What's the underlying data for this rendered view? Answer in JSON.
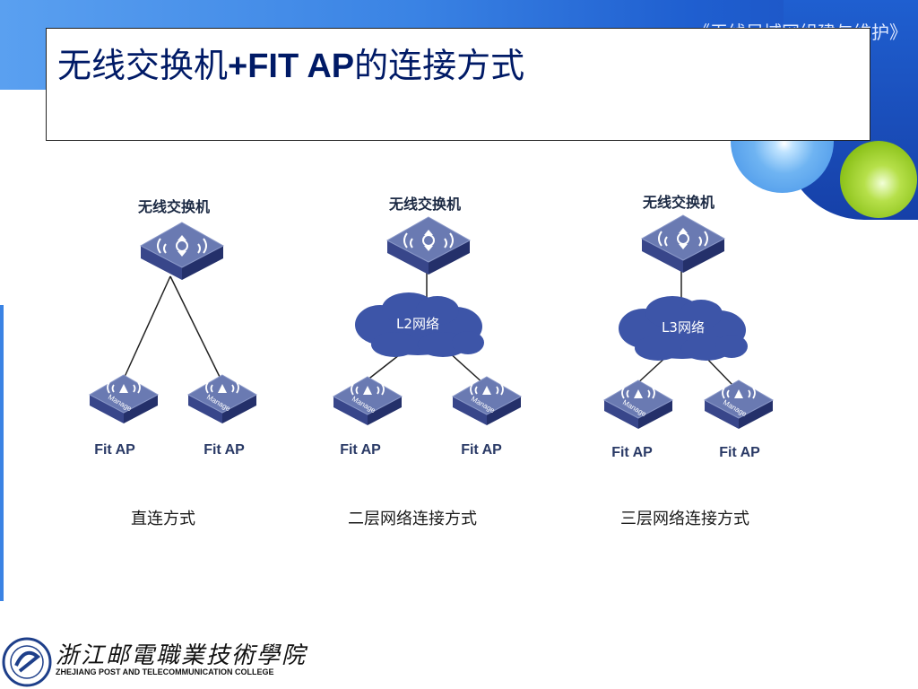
{
  "header": {
    "course_title": "《无线局域网组建与维护》",
    "slide_title_prefix": "无线交换机",
    "slide_title_latin": "+FIT AP",
    "slide_title_suffix": "的连接方式"
  },
  "diagrams": [
    {
      "switch_label": "无线交换机",
      "network_label": "",
      "ap_left_label": "Fit AP",
      "ap_right_label": "Fit AP",
      "ap_badge": "Manage",
      "caption": "直连方式"
    },
    {
      "switch_label": "无线交换机",
      "network_label": "L2网络",
      "ap_left_label": "Fit AP",
      "ap_right_label": "Fit AP",
      "ap_badge": "Manage",
      "caption": "二层网络连接方式"
    },
    {
      "switch_label": "无线交换机",
      "network_label": "L3网络",
      "ap_left_label": "Fit AP",
      "ap_right_label": "Fit AP",
      "ap_badge": "Manage",
      "caption": "三层网络连接方式"
    }
  ],
  "footer": {
    "college_name_cn": "浙江邮電職業技術學院",
    "college_name_en": "ZHEJIANG POST AND TELECOMMUNICATION COLLEGE"
  },
  "colors": {
    "device_top": "#5f6fa8",
    "device_side": "#2e3b78",
    "cloud": "#3d55a8",
    "title_text": "#001a66"
  }
}
